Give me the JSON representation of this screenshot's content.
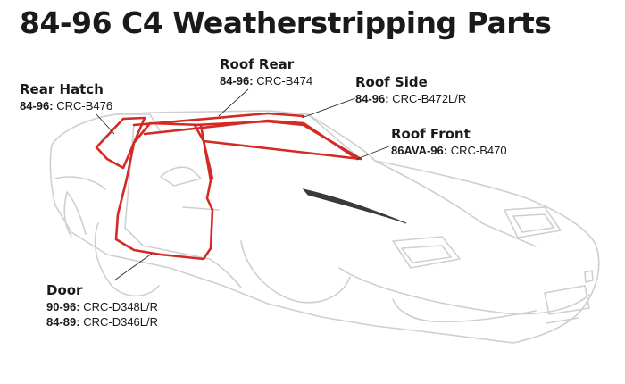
{
  "title": "84-96 C4 Weatherstripping Parts",
  "colors": {
    "seal": "#d42a25",
    "outline": "#cfcfcf",
    "text": "#1a1a1a",
    "hood_vent": "#3a3a3a"
  },
  "callouts": {
    "rear_hatch": {
      "name": "Rear Hatch",
      "parts": [
        {
          "years": "84-96:",
          "part": "CRC-B476"
        }
      ]
    },
    "roof_rear": {
      "name": "Roof Rear",
      "parts": [
        {
          "years": "84-96:",
          "part": "CRC-B474"
        }
      ]
    },
    "roof_side": {
      "name": "Roof Side",
      "parts": [
        {
          "years": "84-96:",
          "part": "CRC-B472L/R"
        }
      ]
    },
    "roof_front": {
      "name": "Roof Front",
      "parts": [
        {
          "years": "86AVA-96:",
          "part": "CRC-B470"
        }
      ]
    },
    "door": {
      "name": "Door",
      "parts": [
        {
          "years": "90-96:",
          "part": "CRC-D348L/R"
        },
        {
          "years": "84-89:",
          "part": "CRC-D346L/R"
        }
      ]
    }
  }
}
